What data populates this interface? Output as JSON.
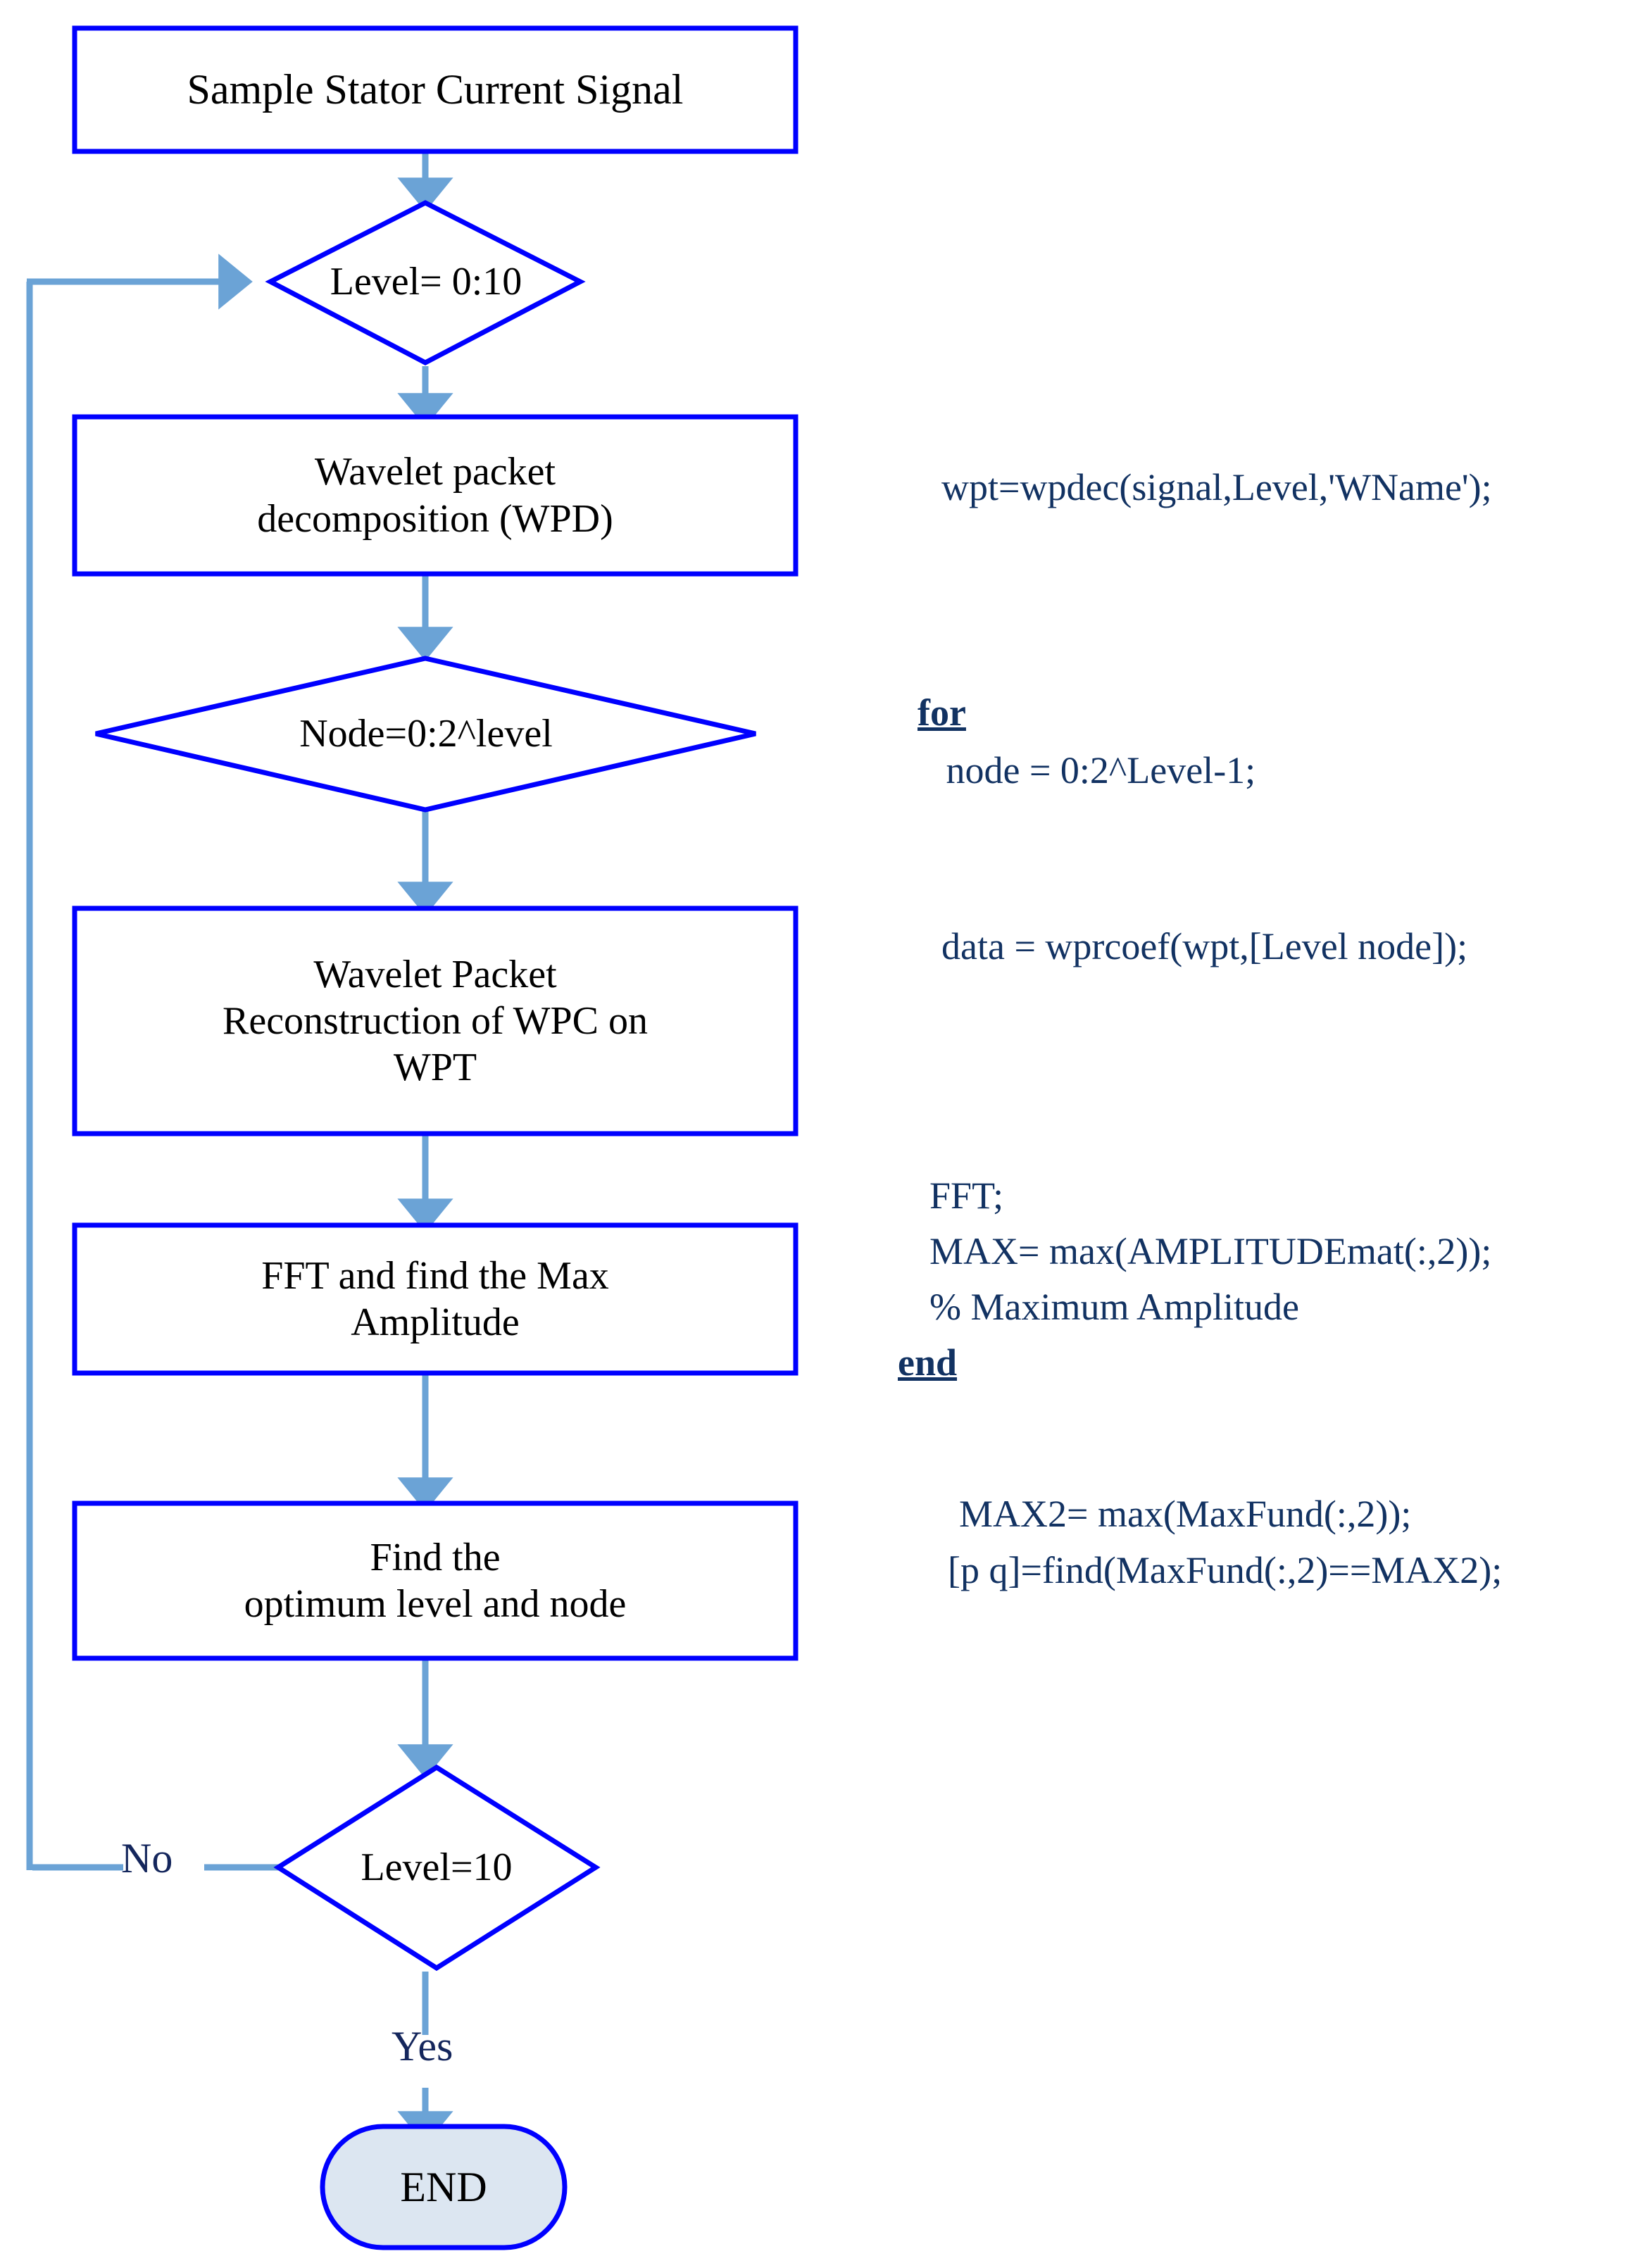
{
  "diagram": {
    "title": "Wavelet Packet Transform optimum level and node selection flowchart",
    "colors": {
      "shape_border": "#0000FF",
      "arrow": "#6BA3D6",
      "code_text": "#123262",
      "node_text": "#000000",
      "end_fill": "#DCE6F1",
      "edge_label_text": "#14265C",
      "background": "#FFFFFF"
    },
    "nodes": [
      {
        "id": "start",
        "shape": "rectangle",
        "text": "Sample Stator Current Signal"
      },
      {
        "id": "level_loop",
        "shape": "diamond",
        "text": "Level= 0:10"
      },
      {
        "id": "wpd",
        "shape": "rectangle",
        "text": "Wavelet packet\ndecomposition (WPD)"
      },
      {
        "id": "node_loop",
        "shape": "diamond",
        "text": "Node=0:2^level"
      },
      {
        "id": "wpr",
        "shape": "rectangle",
        "text": "Wavelet Packet\nReconstruction of WPC on\nWPT"
      },
      {
        "id": "fft",
        "shape": "rectangle",
        "text": "FFT and find the Max\nAmplitude"
      },
      {
        "id": "find_optimum",
        "shape": "rectangle",
        "text": "Find the\noptimum level and node"
      },
      {
        "id": "level_check",
        "shape": "diamond",
        "text": "Level=10"
      },
      {
        "id": "end",
        "shape": "rounded-rectangle",
        "text": "END"
      }
    ],
    "edge_labels": [
      {
        "id": "no-label",
        "text": "No"
      },
      {
        "id": "yes-label",
        "text": "Yes"
      }
    ],
    "code_blocks": [
      {
        "id": "wpdec-code",
        "lines": [
          {
            "text": "wpt=wpdec(signal,Level,'WName');",
            "keyword": false
          }
        ]
      },
      {
        "id": "for-loop-code",
        "lines": [
          {
            "text": "for",
            "keyword": true
          },
          {
            "text": "   node = 0:2^Level-1;",
            "keyword": false
          }
        ]
      },
      {
        "id": "wprcoef-code",
        "lines": [
          {
            "text": "data = wprcoef(wpt,[Level node]);",
            "keyword": false
          }
        ]
      },
      {
        "id": "fft-code",
        "lines": [
          {
            "text": "FFT;",
            "keyword": false
          },
          {
            "text": "MAX= max(AMPLITUDEmat(:,2));",
            "keyword": false
          },
          {
            "text": "% Maximum Amplitude",
            "keyword": false
          }
        ]
      },
      {
        "id": "end-keyword-code",
        "lines": [
          {
            "text": "end",
            "keyword": true
          }
        ]
      },
      {
        "id": "maxfund-code",
        "lines": [
          {
            "text": "MAX2= max(MaxFund(:,2));",
            "keyword": false
          },
          {
            "text": "[p q]=find(MaxFund(:,2)==MAX2);",
            "keyword": false
          }
        ]
      }
    ]
  }
}
